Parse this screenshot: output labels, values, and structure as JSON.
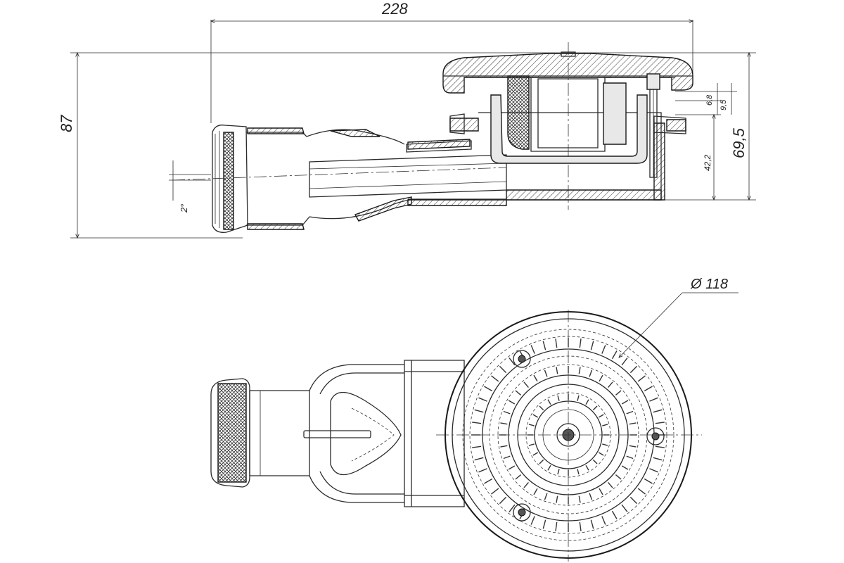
{
  "dimensions": {
    "overall_length": "228",
    "overall_height": "87",
    "body_height": "69,5",
    "inner_height": "42,2",
    "flange_a": "6,8",
    "flange_b": "9,5",
    "slope": "2°",
    "diameter": "Ø 118"
  }
}
